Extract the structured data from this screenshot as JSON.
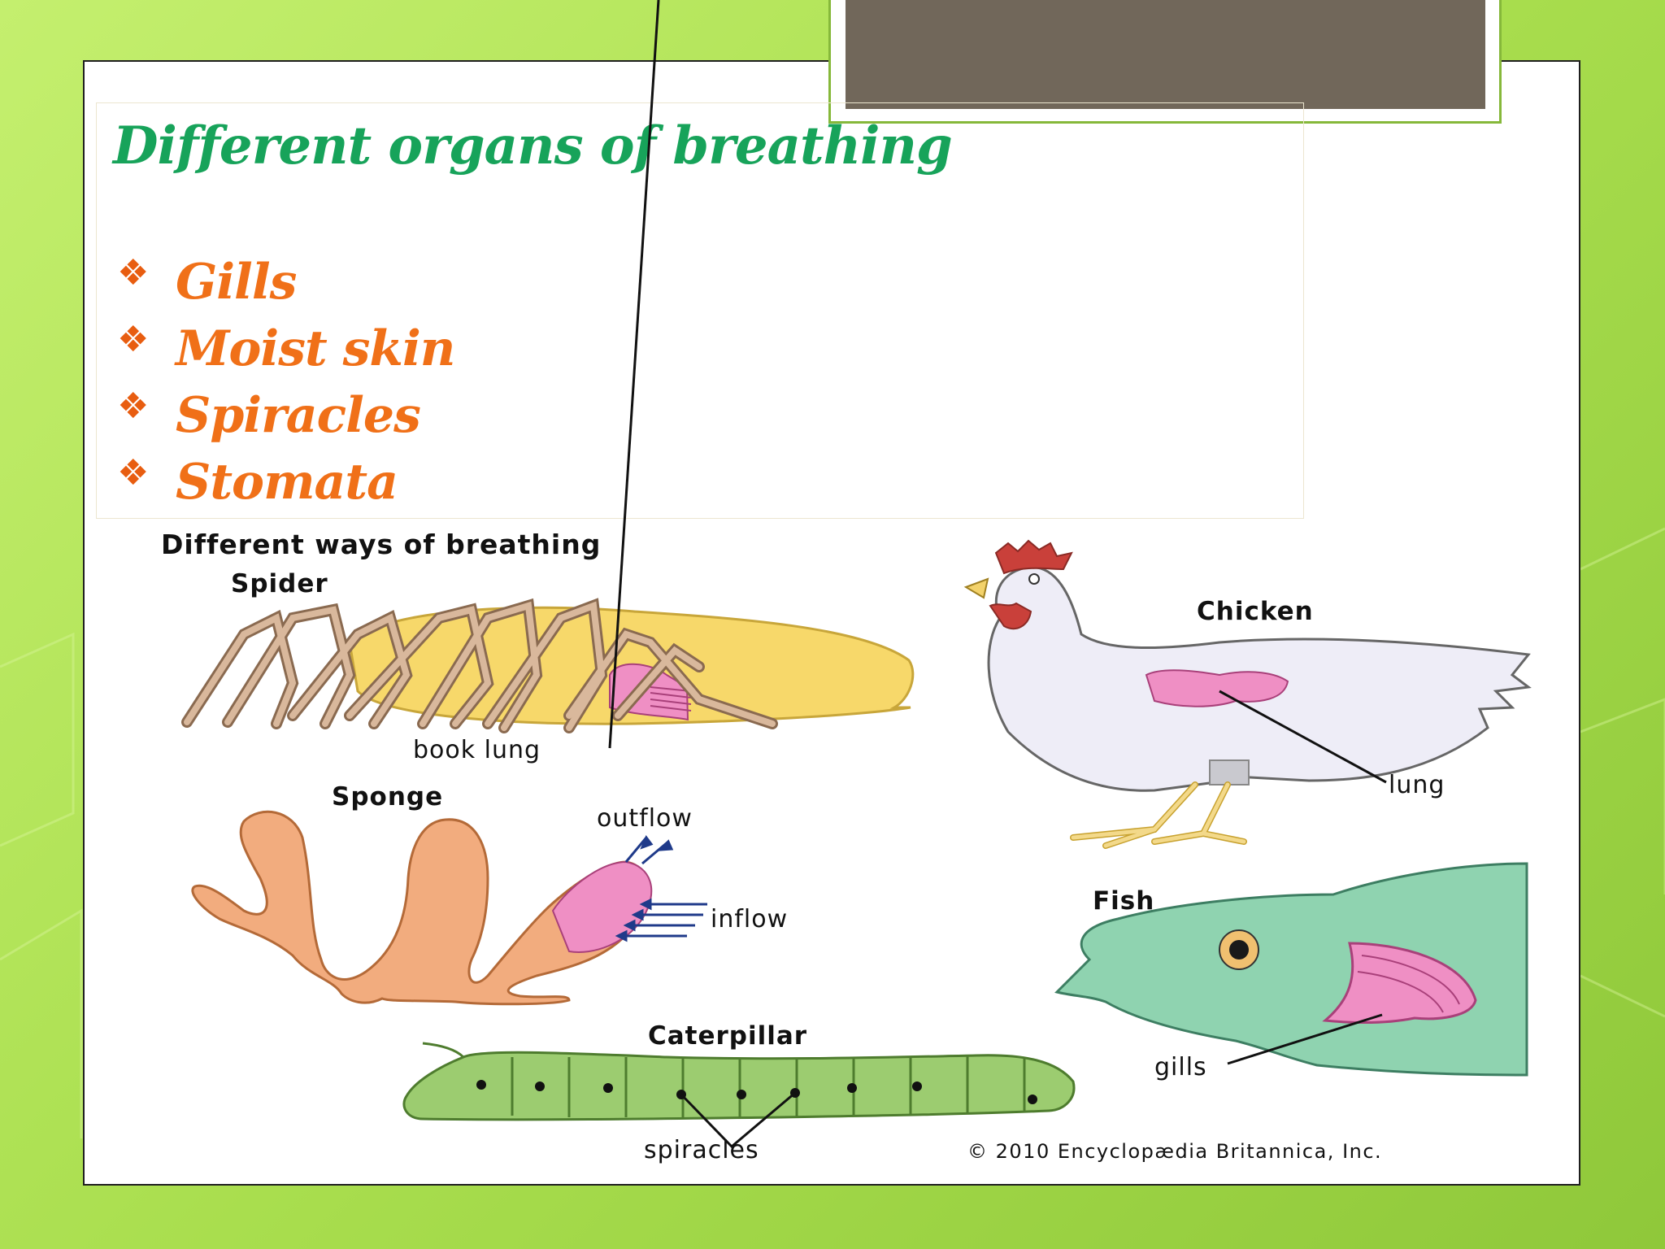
{
  "slide": {
    "heading": "Different organs of breathing",
    "bullets": [
      {
        "icon": "diamond-bullet-icon",
        "label": "Gills"
      },
      {
        "icon": "diamond-bullet-icon",
        "label": "Moist skin"
      },
      {
        "icon": "diamond-bullet-icon",
        "label": "Spiracles"
      },
      {
        "icon": "diamond-bullet-icon",
        "label": "Stomata"
      }
    ],
    "bullet_glyph": "❖"
  },
  "figure": {
    "title": "Different ways of breathing",
    "spider": {
      "name": "Spider",
      "label": "book lung"
    },
    "chicken": {
      "name": "Chicken",
      "label": "lung"
    },
    "sponge": {
      "name": "Sponge",
      "outflow": "outflow",
      "inflow": "inflow"
    },
    "fish": {
      "name": "Fish",
      "label": "gills"
    },
    "caterpillar": {
      "name": "Caterpillar",
      "label": "spiracles"
    },
    "copyright": "© 2010 Encyclopædia Britannica, Inc."
  },
  "colors": {
    "background": "#a9de4e",
    "heading": "#17a35a",
    "bullet_text": "#f07018",
    "title_box": "#71675a",
    "frame": "#86b83a"
  }
}
